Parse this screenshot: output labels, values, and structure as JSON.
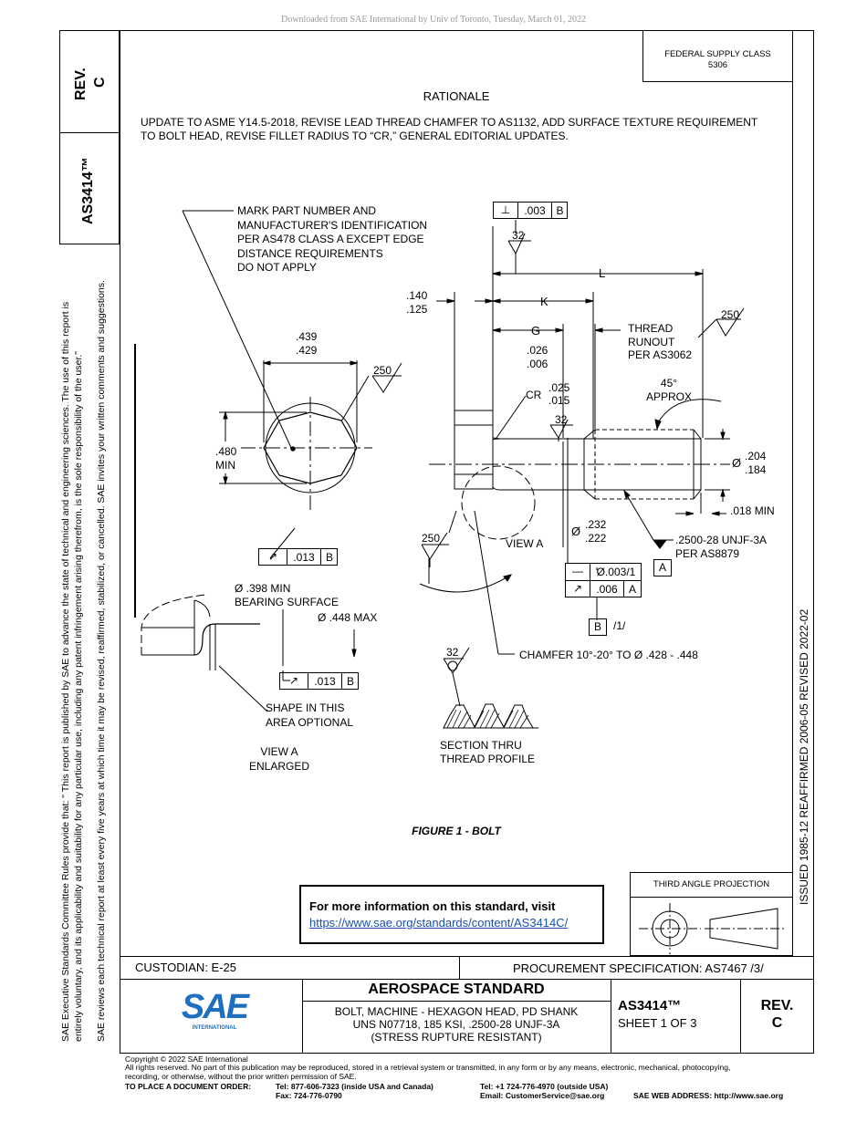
{
  "header": {
    "download_note": "Downloaded from SAE International by Univ of Toronto, Tuesday, March 01, 2022"
  },
  "left_block": {
    "rev_label": "REV.",
    "rev_value": "C",
    "doc_number": "AS3414™"
  },
  "side_notes": {
    "rules_line1": "SAE Executive Standards Committee Rules provide that: \"  This report is published by SAE to advance the state of technical and engineering sciences. The use of this report is",
    "rules_line2": "entirely voluntary, and its applicability and suitability for any particular use, including any patent infringement arising therefrom, is the sole responsibility of the user.\"",
    "review_line": "SAE reviews each technical report at least every five years at which time it may be revised, reaffirmed, stabilized, or cancelled. SAE invites your written comments and suggestions."
  },
  "right_strip": {
    "dates": "ISSUED 1985-12     REAFFIRMED 2006-05     REVISED 2022-02"
  },
  "fsc": {
    "line1": "FEDERAL SUPPLY CLASS",
    "line2": "5306"
  },
  "rationale": {
    "title": "RATIONALE",
    "text1": "UPDATE TO ASME Y14.5-2018, REVISE LEAD THREAD CHAMFER TO AS1132, ADD SURFACE TEXTURE REQUIREMENT",
    "text2": "TO BOLT HEAD, REVISE FILLET RADIUS TO “CR,” GENERAL EDITORIAL UPDATES."
  },
  "drawing": {
    "mark_note": [
      "MARK PART NUMBER AND",
      "MANUFACTURER'S IDENTIFICATION",
      "PER AS478 CLASS A EXCEPT EDGE",
      "DISTANCE REQUIREMENTS",
      "DO NOT APPLY"
    ],
    "perp_fcf": {
      "symbol": "⊥",
      "tol": ".003",
      "datum": "B"
    },
    "finish_32": "32",
    "finish_250": "250",
    "L": "L",
    "K": "K",
    "G": "G",
    "dim_140": ".140",
    "dim_125": ".125",
    "dim_439": ".439",
    "dim_429": ".429",
    "dim_026": ".026",
    "dim_006": ".006",
    "thread_runout": [
      "THREAD",
      "RUNOUT",
      "PER AS3062"
    ],
    "approx_45": [
      "45°",
      "APPROX"
    ],
    "cr_label": "CR",
    "dim_025": ".025",
    "dim_015": ".015",
    "dim_480": ".480",
    "min_label": "MIN",
    "dia_sym": "Ø",
    "dim_204": ".204",
    "dim_184": ".184",
    "dim_018": ".018 MIN",
    "dim_232": ".232",
    "dim_222": ".222",
    "view_a": "VIEW A",
    "thread_spec": [
      ".2500-28 UNJF-3A",
      "PER AS8879"
    ],
    "datum_a": "A",
    "datum_b": "B",
    "runout_013": ".013",
    "flat_fcf": {
      "tol": "Ø.003/1"
    },
    "runout_006": ".006",
    "note_1": "/1/",
    "bearing": [
      "Ø .398 MIN",
      "BEARING SURFACE"
    ],
    "dim_448": "Ø .448 MAX",
    "chamfer": "CHAMFER 10°-20° TO Ø .428 - .448",
    "shape_note": [
      "SHAPE IN THIS",
      "AREA OPTIONAL"
    ],
    "view_a_enlarged": [
      "VIEW A",
      "ENLARGED"
    ],
    "section_thru": [
      "SECTION THRU",
      "THREAD PROFILE"
    ],
    "figure_caption": "FIGURE 1 - BOLT"
  },
  "info_box": {
    "line1": "For more information on this standard, visit",
    "link": "https://www.sae.org/standards/content/AS3414C/"
  },
  "projection": {
    "label": "THIRD ANGLE PROJECTION"
  },
  "title_block": {
    "custodian": "CUSTODIAN: E-25",
    "procurement": "PROCUREMENT SPECIFICATION: AS7467 /3/",
    "logo_text": "SAE",
    "logo_sub": "INTERNATIONAL",
    "standard": "AEROSPACE STANDARD",
    "desc1": "BOLT, MACHINE - HEXAGON HEAD, PD SHANK",
    "desc2": "UNS N07718, 185 KSI, .2500-28 UNJF-3A",
    "desc3": "(STRESS RUPTURE RESISTANT)",
    "doc_number": "AS3414™",
    "sheet": "SHEET 1 OF 3",
    "rev_label": "REV.",
    "rev_value": "C"
  },
  "footer": {
    "copyright": "Copyright © 2022 SAE International",
    "rights1": "All rights reserved. No part of this publication may be reproduced, stored in a retrieval system or transmitted, in any form or by any means, electronic, mechanical, photocopying,",
    "rights2": "recording, or otherwise, without the prior written permission of SAE.",
    "order_label": "TO PLACE A DOCUMENT ORDER:",
    "tel1": "Tel: 877-606-7323 (inside USA and Canada)",
    "fax": "Fax: 724-776-0790",
    "tel2": "Tel: +1 724-776-4970 (outside USA)",
    "email": "Email: CustomerService@sae.org",
    "web": "SAE WEB ADDRESS: http://www.sae.org"
  },
  "colors": {
    "link": "#1a4fb0",
    "sae_blue": "#1f6fc0"
  }
}
